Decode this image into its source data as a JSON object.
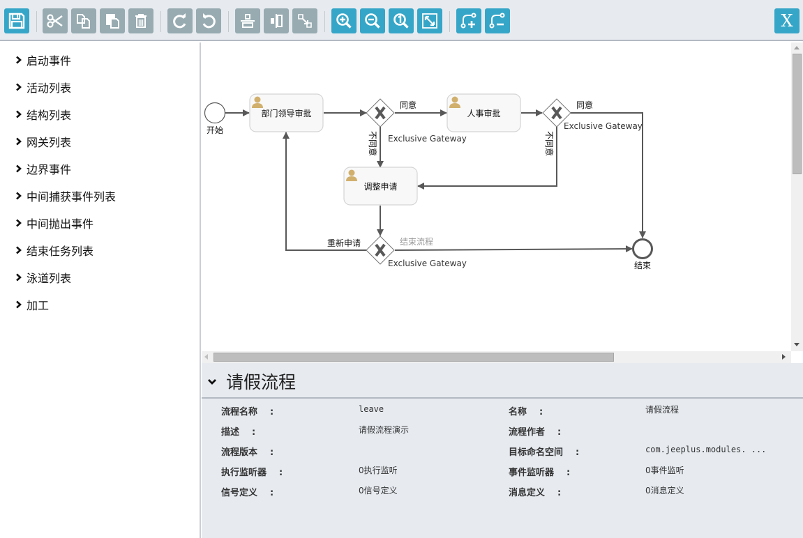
{
  "toolbar": {
    "buttons": [
      {
        "name": "save",
        "icon": "save-icon",
        "style": "blue"
      },
      {
        "name": "cut",
        "icon": "scissors-icon",
        "style": "gray"
      },
      {
        "name": "copy",
        "icon": "copy-icon",
        "style": "gray"
      },
      {
        "name": "paste",
        "icon": "paste-icon",
        "style": "gray"
      },
      {
        "name": "delete",
        "icon": "trash-icon",
        "style": "gray"
      },
      {
        "name": "redo",
        "icon": "redo-icon",
        "style": "gray"
      },
      {
        "name": "undo",
        "icon": "undo-icon",
        "style": "gray"
      },
      {
        "name": "align-horizontal",
        "icon": "align-horizontal-icon",
        "style": "gray"
      },
      {
        "name": "align-vertical",
        "icon": "align-vertical-icon",
        "style": "gray"
      },
      {
        "name": "same-size",
        "icon": "same-size-icon",
        "style": "gray"
      },
      {
        "name": "zoom-in",
        "icon": "zoom-in-icon",
        "style": "blue"
      },
      {
        "name": "zoom-out",
        "icon": "zoom-out-icon",
        "style": "blue"
      },
      {
        "name": "zoom-actual",
        "icon": "zoom-actual-icon",
        "style": "blue"
      },
      {
        "name": "zoom-fit",
        "icon": "zoom-fit-icon",
        "style": "blue"
      },
      {
        "name": "add-bendpoint",
        "icon": "add-bendpoint-icon",
        "style": "blue"
      },
      {
        "name": "remove-bendpoint",
        "icon": "remove-bendpoint-icon",
        "style": "blue"
      }
    ],
    "close_label": "X"
  },
  "sidebar": {
    "items": [
      {
        "label": "启动事件"
      },
      {
        "label": "活动列表"
      },
      {
        "label": "结构列表"
      },
      {
        "label": "网关列表"
      },
      {
        "label": "边界事件"
      },
      {
        "label": "中间捕获事件列表"
      },
      {
        "label": "中间抛出事件"
      },
      {
        "label": "结束任务列表"
      },
      {
        "label": "泳道列表"
      },
      {
        "label": "加工"
      }
    ]
  },
  "diagram": {
    "start_label": "开始",
    "end_label": "结束",
    "tasks": {
      "dept_approval": "部门领导审批",
      "hr_approval": "人事审批",
      "adjust_request": "调整申请"
    },
    "gateways": {
      "gw1": "Exclusive Gateway",
      "gw2": "Exclusive Gateway",
      "gw3": "Exclusive Gateway"
    },
    "flows": {
      "gw1_agree": "同意",
      "gw1_disagree": "不同意",
      "gw2_agree": "同意",
      "gw2_disagree": "不同意",
      "gw3_reapply": "重新申请",
      "gw3_end": "结束流程"
    },
    "colors": {
      "line": "#585858",
      "task_fill": "#f8f8f8",
      "task_border": "#d4d4d4",
      "user_icon": "#d1b06e"
    }
  },
  "properties": {
    "title": "请假流程",
    "left": [
      {
        "label": "流程名称",
        "value": "leave"
      },
      {
        "label": "描述",
        "value": "请假流程演示"
      },
      {
        "label": "流程版本",
        "value": ""
      },
      {
        "label": "执行监听器",
        "value": "0执行监听"
      },
      {
        "label": "信号定义",
        "value": "0信号定义"
      }
    ],
    "right": [
      {
        "label": "名称",
        "value": "请假流程"
      },
      {
        "label": "流程作者",
        "value": ""
      },
      {
        "label": "目标命名空间",
        "value": "com.jeeplus.modules. ..."
      },
      {
        "label": "事件监听器",
        "value": "0事件监听"
      },
      {
        "label": "消息定义",
        "value": "0消息定义"
      }
    ],
    "colon": ":"
  }
}
